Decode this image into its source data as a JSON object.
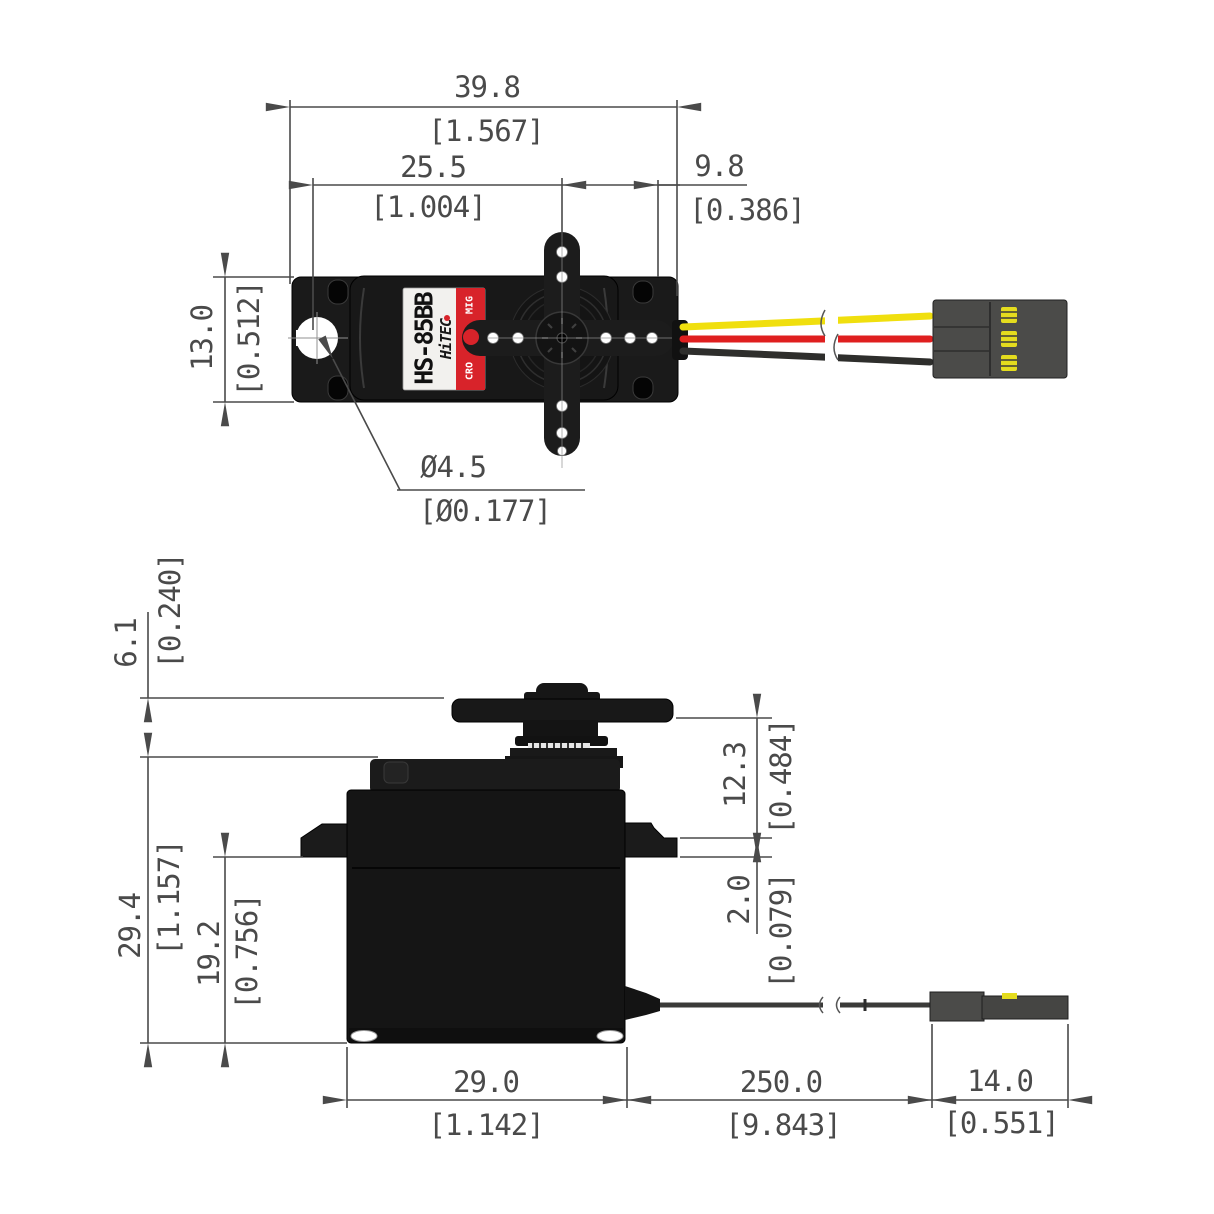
{
  "drawing": {
    "type": "servo dimension drawing",
    "title_model": "HS-85BB",
    "brand": "HiTEC",
    "label_stripe_top": "MIG",
    "label_stripe_bottom": "CRO",
    "colors": {
      "line": "#4a4a4a",
      "body": "#171717",
      "label_red": "#d8232a",
      "label_white": "#f2f1ee",
      "wire_yellow": "#f0df0e",
      "wire_red": "#df1f1f",
      "wire_black": "#2e2e2c",
      "connector": "#4b4b49",
      "pin_yellow": "#e4dc1e"
    },
    "top_view": {
      "dim_overall_length_mm": "39.8",
      "dim_overall_length_in": "[1.567]",
      "dim_shaft_offset_mm": "25.5",
      "dim_shaft_offset_in": "[1.004]",
      "dim_flange_offset_mm": "9.8",
      "dim_flange_offset_in": "[0.386]",
      "dim_body_width_mm": "13.0",
      "dim_body_width_in": "[0.512]",
      "dim_hole_diameter_mm": "Ø4.5",
      "dim_hole_diameter_in": "[Ø0.177]"
    },
    "side_view": {
      "dim_horn_above_case_mm": "6.1",
      "dim_horn_above_case_in": "[0.240]",
      "dim_case_height_mm": "29.4",
      "dim_case_height_in": "[1.157]",
      "dim_flange_to_bottom_mm": "19.2",
      "dim_flange_to_bottom_in": "[0.756]",
      "dim_horn_to_flange_mm": "12.3",
      "dim_horn_to_flange_in": "[0.484]",
      "dim_flange_thickness_mm": "2.0",
      "dim_flange_thickness_in": "[0.079]",
      "dim_case_length_mm": "29.0",
      "dim_case_length_in": "[1.142]",
      "dim_wire_length_mm": "250.0",
      "dim_wire_length_in": "[9.843]",
      "dim_connector_length_mm": "14.0",
      "dim_connector_length_in": "[0.551]"
    }
  }
}
